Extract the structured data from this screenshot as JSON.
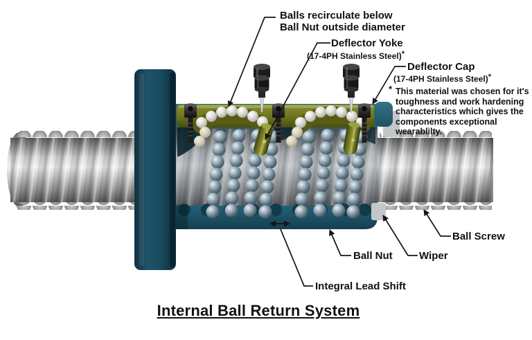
{
  "title": "Internal Ball Return System",
  "callouts": {
    "balls_recirculate": {
      "line1": "Balls recirculate below",
      "line2": "Ball Nut outside diameter"
    },
    "deflector_yoke": {
      "name": "Deflector Yoke",
      "material": "(17-4PH Stainless Steel)",
      "asterisk": "*"
    },
    "deflector_cap": {
      "name": "Deflector Cap",
      "material": "(17-4PH Stainless Steel)",
      "asterisk": "*"
    },
    "ball_screw": "Ball Screw",
    "ball_nut": "Ball Nut",
    "wiper": "Wiper",
    "integral_lead_shift": "Integral Lead Shift"
  },
  "footnote": {
    "marker": "*",
    "line1": "This material was chosen for it's",
    "line2": "toughness and work hardening",
    "line3": "characteristics which gives the",
    "line4": "components exceptional wearablilty."
  },
  "colors": {
    "nut_teal": "#1f5569",
    "flange_teal": "#1a4c61",
    "yoke_olive": "#6f7420",
    "steel_ball_blue": "#5d7280",
    "recirc_ball_gray": "#c9cac2",
    "screw_metal": "#c9c9c9",
    "ink": "#151515"
  }
}
